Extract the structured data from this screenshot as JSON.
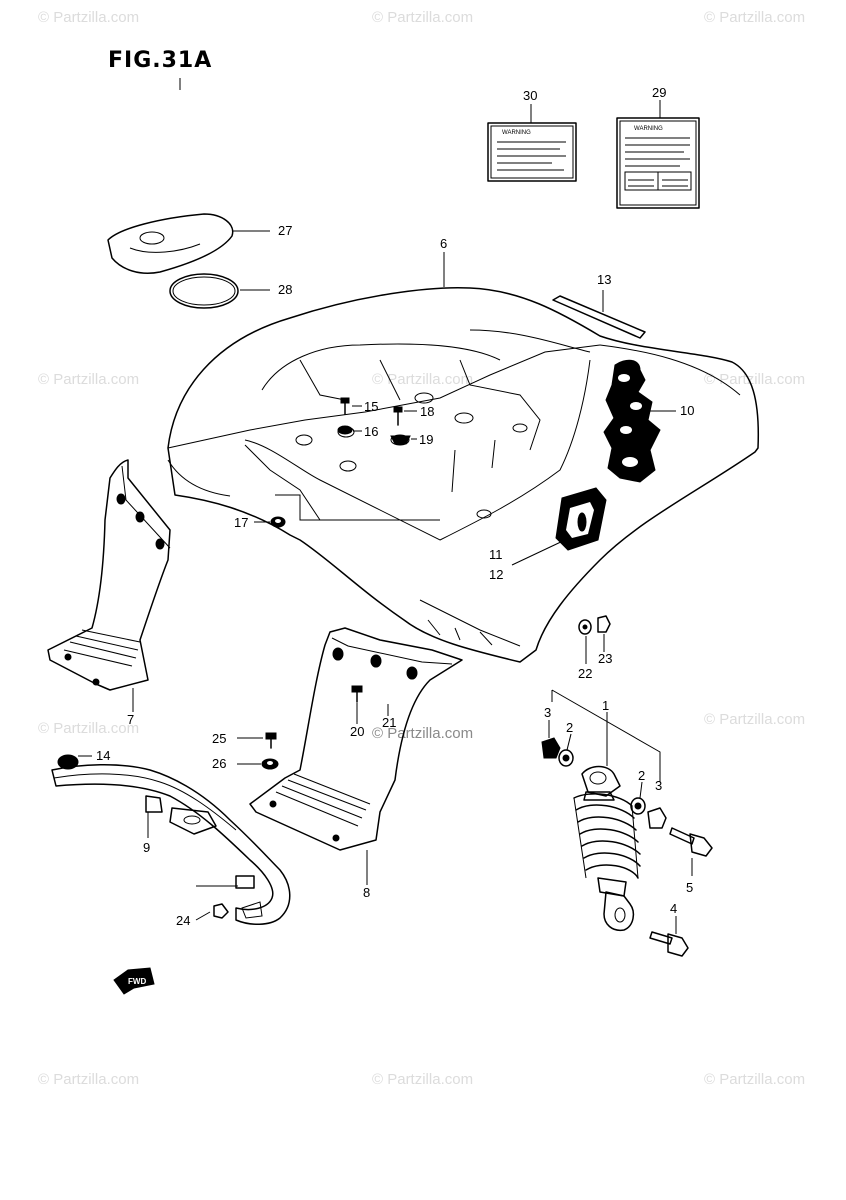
{
  "figure": {
    "title": "FIG.31A",
    "fwd_label": "FWD"
  },
  "watermark": {
    "text": "© Partzilla.com"
  },
  "labels": {
    "warning_left": "WARNING",
    "warning_right": "WARNING"
  },
  "callouts": [
    {
      "id": "c27",
      "text": "27"
    },
    {
      "id": "c28",
      "text": "28"
    },
    {
      "id": "c30",
      "text": "30"
    },
    {
      "id": "c29",
      "text": "29"
    },
    {
      "id": "c6",
      "text": "6"
    },
    {
      "id": "c13",
      "text": "13"
    },
    {
      "id": "c10",
      "text": "10"
    },
    {
      "id": "c15",
      "text": "15"
    },
    {
      "id": "c16",
      "text": "16"
    },
    {
      "id": "c18",
      "text": "18"
    },
    {
      "id": "c19",
      "text": "19"
    },
    {
      "id": "c17",
      "text": "17"
    },
    {
      "id": "c11",
      "text": "11"
    },
    {
      "id": "c12",
      "text": "12"
    },
    {
      "id": "c22",
      "text": "22"
    },
    {
      "id": "c23",
      "text": "23"
    },
    {
      "id": "c7",
      "text": "7"
    },
    {
      "id": "c20",
      "text": "20"
    },
    {
      "id": "c21",
      "text": "21"
    },
    {
      "id": "c14",
      "text": "14"
    },
    {
      "id": "c25",
      "text": "25"
    },
    {
      "id": "c26",
      "text": "26"
    },
    {
      "id": "c9",
      "text": "9"
    },
    {
      "id": "c8",
      "text": "8"
    },
    {
      "id": "c24",
      "text": "24"
    },
    {
      "id": "c1",
      "text": "1"
    },
    {
      "id": "c3a",
      "text": "3"
    },
    {
      "id": "c2a",
      "text": "2"
    },
    {
      "id": "c2b",
      "text": "2"
    },
    {
      "id": "c3b",
      "text": "3"
    },
    {
      "id": "c5",
      "text": "5"
    },
    {
      "id": "c4",
      "text": "4"
    }
  ]
}
